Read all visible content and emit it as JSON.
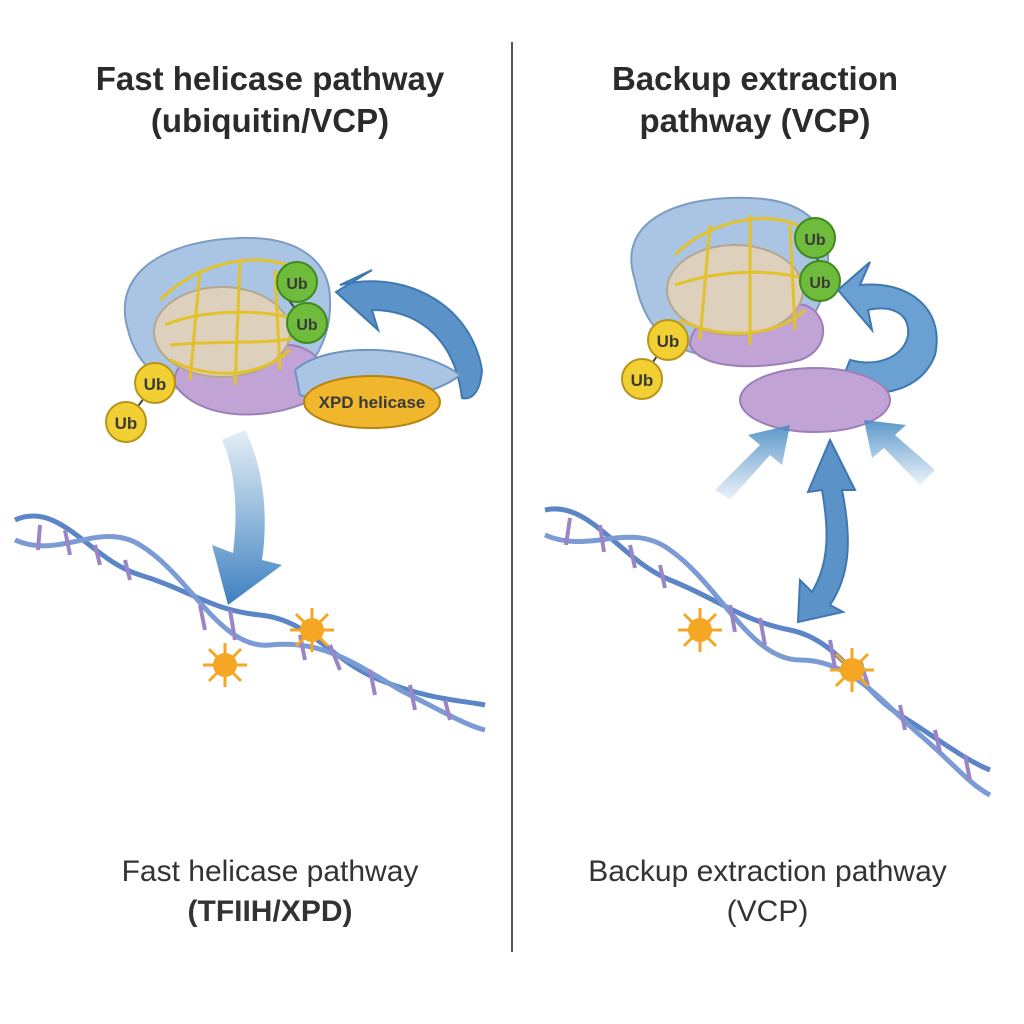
{
  "left": {
    "title_line1": "Fast helicase pathway",
    "title_line2": "(ubiquitin/VCP)",
    "caption_line1": "Fast helicase pathway",
    "caption_line2": "(TFIIH/XPD)",
    "ub_labels": [
      "Ub",
      "Ub",
      "Ub",
      "Ub"
    ],
    "helicase_label": "XPD helicase"
  },
  "right": {
    "title_line1": "Backup extraction",
    "title_line2": "pathway (VCP)",
    "caption_line1": "Backup extraction pathway",
    "caption_line2": "(VCP)",
    "ub_labels": [
      "Ub",
      "Ub",
      "Ub",
      "Ub"
    ]
  },
  "colors": {
    "arrow": "#4a8cc4",
    "ubiquitin_yellow": "#f2cf33",
    "ubiquitin_green": "#6fbb3c",
    "complex_blue": "#aac4e3",
    "complex_purple": "#c2a3d6",
    "core_beige": "#ddd0bd",
    "helicase_orange": "#f0b72d",
    "dna_blue": "#5b85c7",
    "lesion": "#f5a623"
  }
}
